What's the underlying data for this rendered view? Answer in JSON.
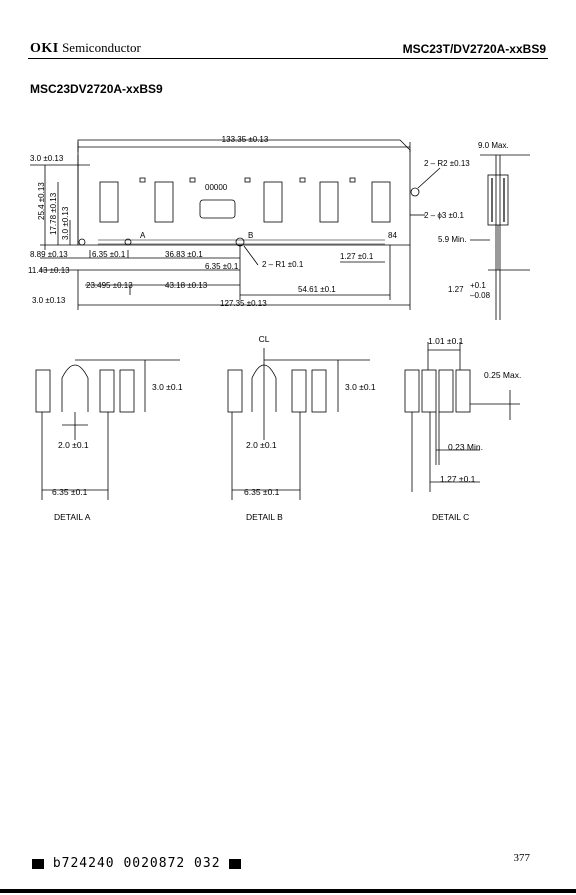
{
  "header": {
    "brand": "OKI",
    "division": "Semiconductor",
    "part_number": "MSC23T/DV2720A-xxBS9"
  },
  "subtitle": "MSC23DV2720A-xxBS9",
  "dimensions": {
    "overall_length": "133.35 ±0.13",
    "left_offset": "3.0 ±0.13",
    "height": "25.4 ±0.13",
    "h17": "17.78 ±0.13",
    "h3": "3.0 ±0.13",
    "thickness": "9.0 Max.",
    "r2": "2 – R2 ±0.13",
    "phi3": "2 – ϕ3 ±0.1",
    "min59": "5.9 Min.",
    "d889": "8.89 ±0.13",
    "d635": "6.35 ±0.1",
    "d3683": "36.83 ±0.1",
    "d635b": "6.35 ±0.1",
    "r1": "2 – R1 ±0.1",
    "d127": "1.27 ±0.1",
    "d1143": "11.43 ±0.13",
    "d23495": "23.495 ±0.13",
    "d4318": "43.18 ±0.13",
    "d5461": "54.61 ±0.1",
    "d3b": "3.0 ±0.13",
    "d12735": "127.35 ±0.13",
    "pin_a": "A",
    "pin_b": "B",
    "pin_84": "84",
    "lead_nom": "1.27",
    "lead_plus": "+0.1",
    "lead_minus": "–0.08",
    "chip_label": "00000"
  },
  "details": {
    "a": {
      "label": "DETAIL A",
      "height": "3.0 ±0.1",
      "width": "2.0 ±0.1",
      "pitch": "6.35 ±0.1"
    },
    "b": {
      "label": "DETAIL B",
      "cl": "CL",
      "height": "3.0 ±0.1",
      "width": "2.0 ±0.1",
      "pitch": "6.35 ±0.1"
    },
    "c": {
      "label": "DETAIL C",
      "w": "1.01 ±0.1",
      "max": "0.25 Max.",
      "min": "0.23 Min.",
      "pitch": "1.27 ±0.1"
    }
  },
  "footer": {
    "barcode_text": "b724240 0020872 032",
    "page": "377"
  }
}
